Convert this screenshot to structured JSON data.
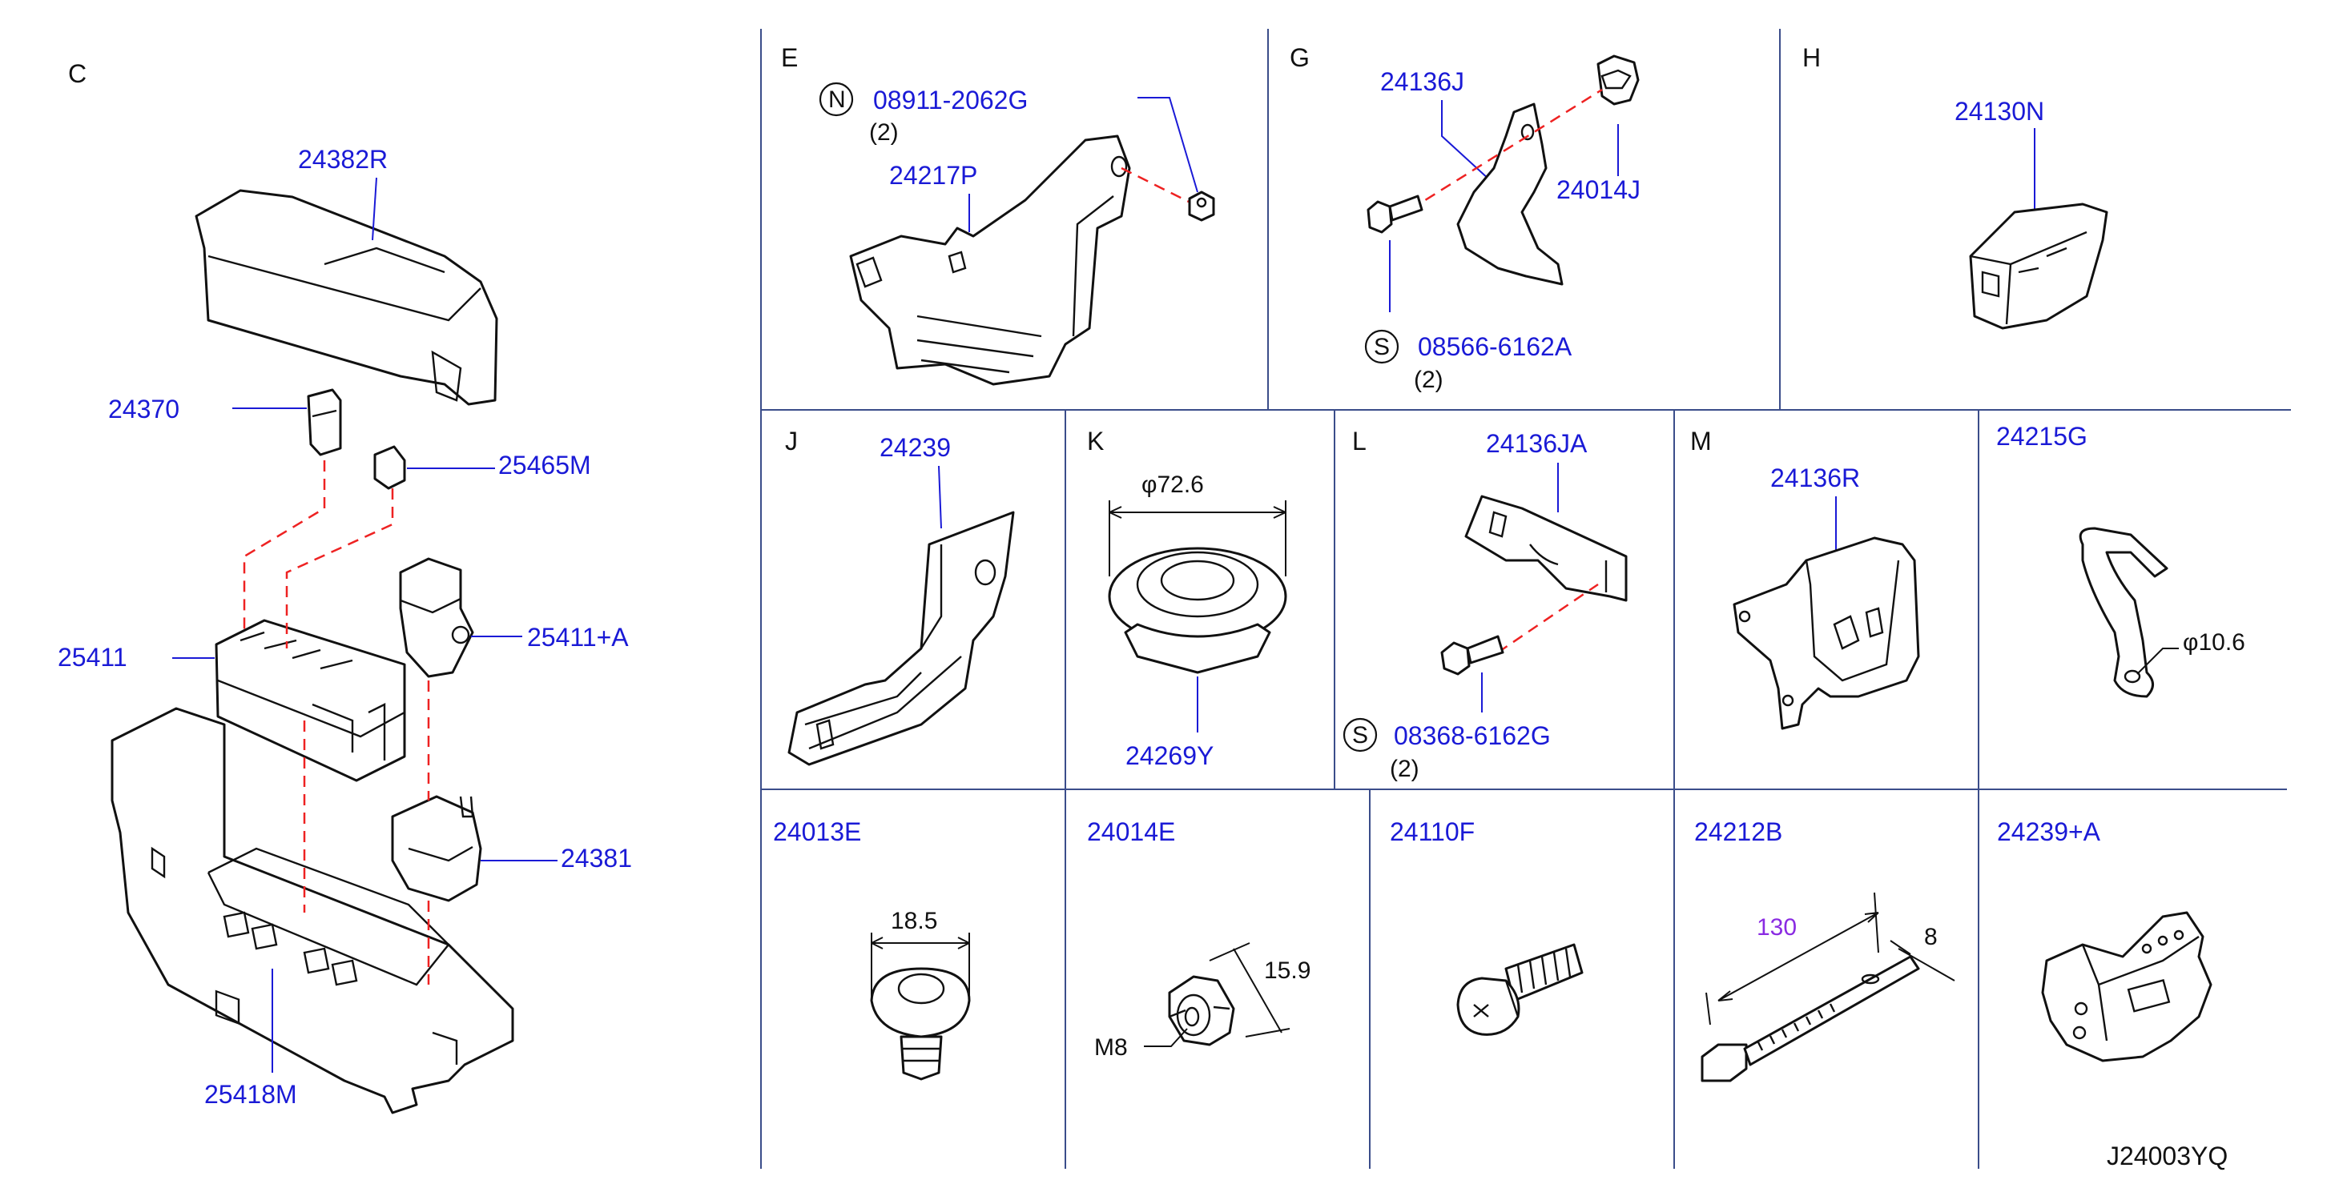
{
  "diagram_code": "J24003YQ",
  "sections": {
    "C": "C",
    "E": "E",
    "G": "G",
    "H": "H",
    "J": "J",
    "K": "K",
    "L": "L",
    "M": "M"
  },
  "parts": {
    "p24382R": "24382R",
    "p24370": "24370",
    "p25465M": "25465M",
    "p25411": "25411",
    "p25411A": "25411+A",
    "p24381": "24381",
    "p25418M": "25418M",
    "p08911": "08911-2062G",
    "p24217P": "24217P",
    "p24136J": "24136J",
    "p24014J": "24014J",
    "p08566": "08566-6162A",
    "p24130N": "24130N",
    "p24239": "24239",
    "p24269Y": "24269Y",
    "p24136JA": "24136JA",
    "p08368": "08368-6162G",
    "p24136R": "24136R",
    "p24215G": "24215G",
    "p24013E": "24013E",
    "p24014E": "24014E",
    "p24110F": "24110F",
    "p24212B": "24212B",
    "p24239A": "24239+A"
  },
  "symbols": {
    "N": "N",
    "S": "S"
  },
  "quantities": {
    "two": "(2)"
  },
  "dimensions": {
    "d72": "φ72.6",
    "d10": "φ10.6",
    "d18": "18.5",
    "d15": "15.9",
    "m8": "M8",
    "l130": "130",
    "w8": "8"
  },
  "colors": {
    "part_number": "#1a1ad6",
    "grid": "#3b4d8a",
    "alignment_line": "#e22222",
    "length_label": "#8a2be2"
  }
}
